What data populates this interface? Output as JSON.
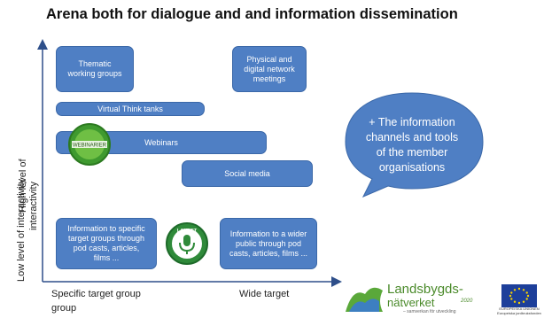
{
  "title": "Arena both for dialogue and and information dissemination",
  "y_axis": {
    "high": "High level of",
    "low_line1": "Low level of interactivity",
    "low_line2": "interactivity"
  },
  "x_axis": {
    "left_line1": "Specific target group",
    "left_line2": "group",
    "right": "Wide target"
  },
  "boxes": {
    "thematic": [
      "Thematic",
      "working groups"
    ],
    "physical": [
      "Physical and",
      "digital network",
      "meetings"
    ],
    "think_tanks": "Virtual Think tanks",
    "webinars": "Webinars",
    "social_media": "Social media",
    "specific_info": [
      "Information to specific",
      "target groups through",
      "pod casts, articles,",
      "films ..."
    ],
    "wider_info": [
      "Information to a wider",
      "public through pod",
      "casts, articles, films ..."
    ]
  },
  "bubble": [
    "+ The information",
    "channels and tools",
    "of the member",
    "organisations"
  ],
  "badges": {
    "webinars_label": "WEBINARIER",
    "landet_label": "LANDET"
  },
  "logos": {
    "landsbygd_line1": "Landsbygds-",
    "landsbygd_line2": "nätverket",
    "year": "2020",
    "tagline": "– samverkan för utveckling",
    "eu_line1": "EUROPEISKA UNIONEN",
    "eu_line2": "Europeiska jordbruksfonden"
  },
  "colors": {
    "box_fill": "#4f7fc4",
    "box_border": "#3b68a8",
    "axis": "#2e4f8a",
    "badge_green": "#3f9a2f"
  }
}
